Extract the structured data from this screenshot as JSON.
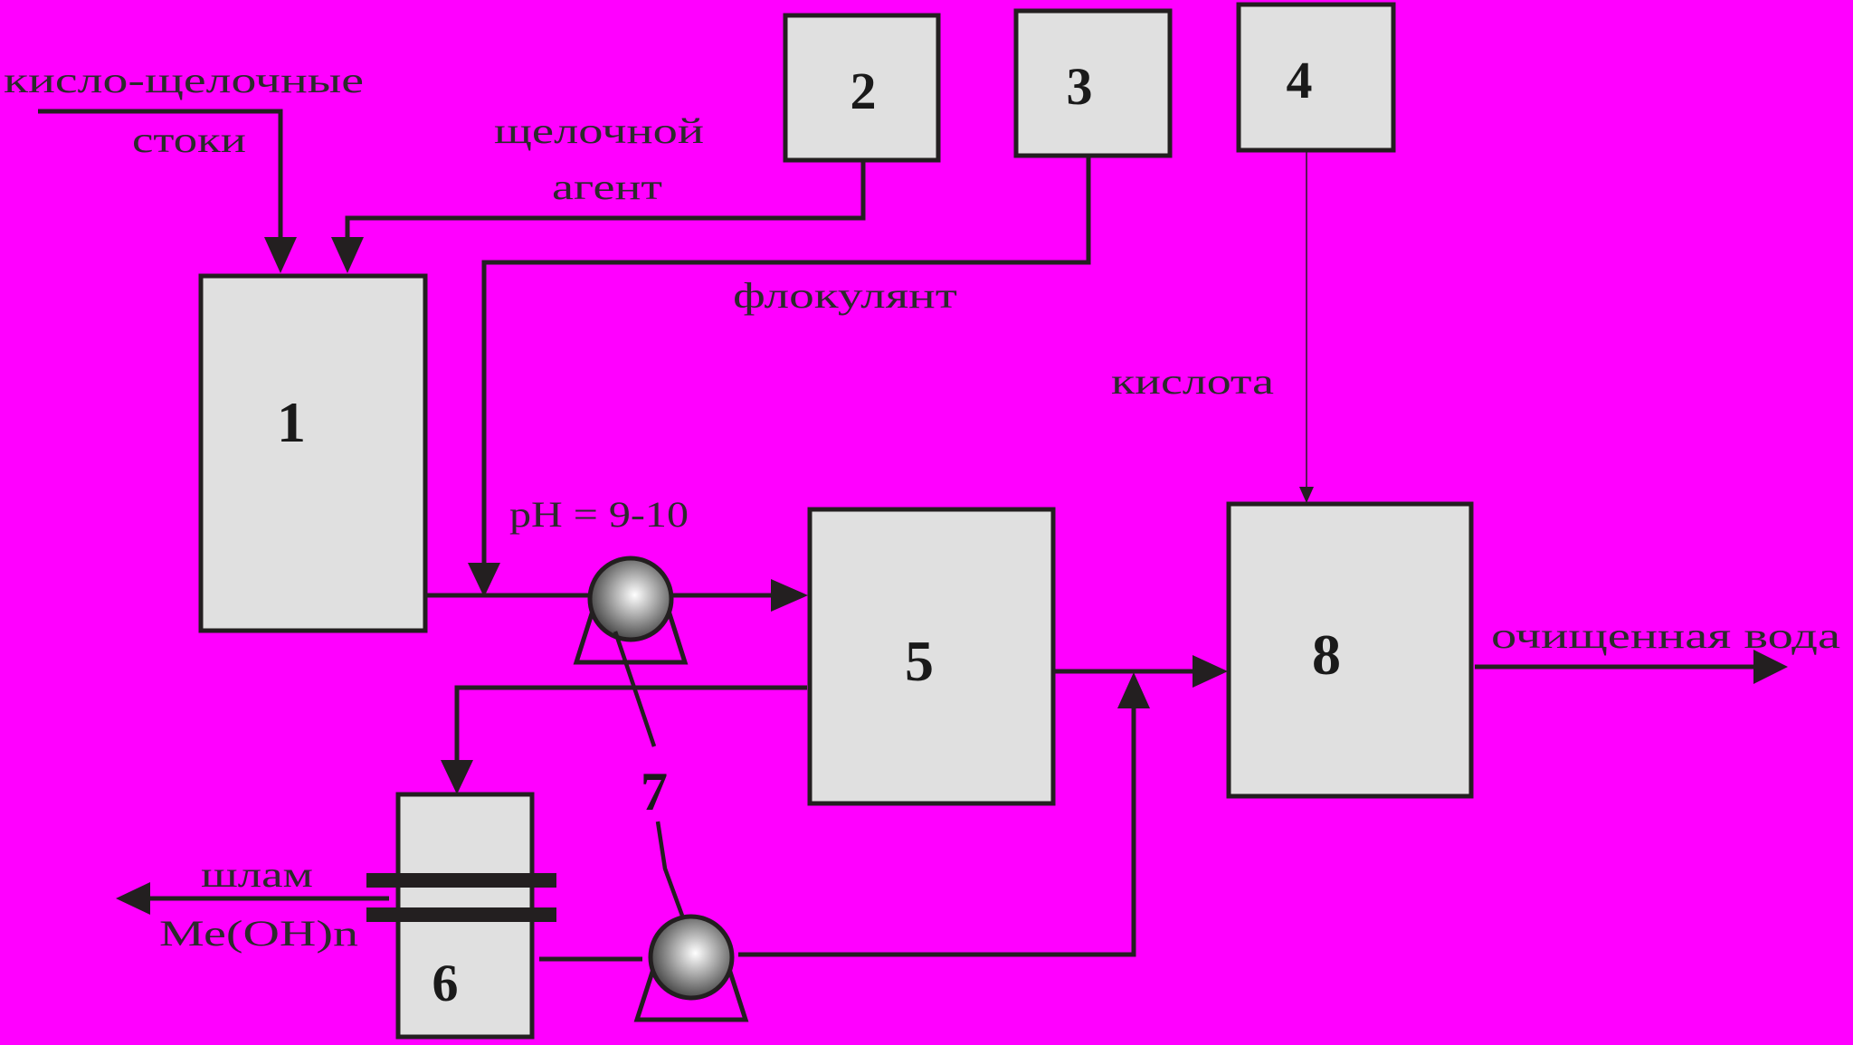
{
  "diagram": {
    "background": "#ff00ff",
    "box_fill": "#e0e0e0",
    "line_color": "#231f20",
    "units": [
      {
        "id": "1",
        "label": "1"
      },
      {
        "id": "2",
        "label": "2"
      },
      {
        "id": "3",
        "label": "3"
      },
      {
        "id": "4",
        "label": "4"
      },
      {
        "id": "5",
        "label": "5"
      },
      {
        "id": "6",
        "label": "6"
      },
      {
        "id": "7",
        "label": "7"
      },
      {
        "id": "8",
        "label": "8"
      }
    ],
    "labels": {
      "influent_line1": "кисло-щелочные",
      "influent_line2": "стоки",
      "alkali_line1": "щелочной",
      "alkali_line2": "агент",
      "flocculant": "флокулянт",
      "acid": "кислота",
      "ph": "рН = 9-10",
      "treated_water": "очищенная вода",
      "sludge_line1": "шлам",
      "sludge_line2": "Ме(ОН)n"
    }
  }
}
